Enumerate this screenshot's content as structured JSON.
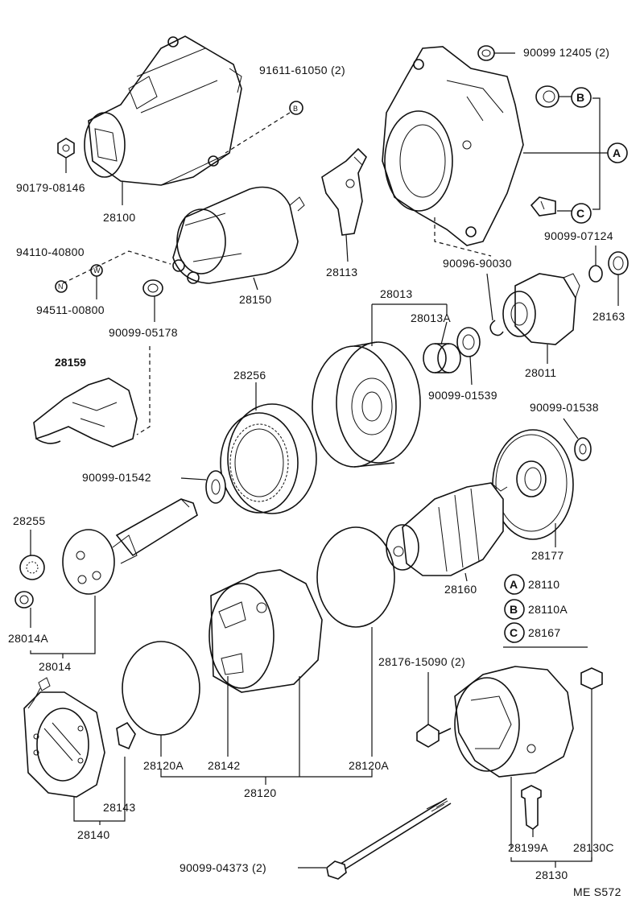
{
  "labels": {
    "p91611": "91611-61050 (2)",
    "p90099_12405": "90099  12405 (2)",
    "p90179": "90179-08146",
    "p28100": "28100",
    "p94110": "94110-40800",
    "p94511": "94511-00800",
    "p90099_05178": "90099-05178",
    "p28150": "28150",
    "p28113": "28113",
    "p28159": "28159",
    "p90096": "90096-90030",
    "p90099_07124": "90099-07124",
    "p28013": "28013",
    "p28013A": "28013A",
    "p28163": "28163",
    "p28011": "28011",
    "p90099_01539": "90099-01539",
    "p28256": "28256",
    "p90099_01538": "90099-01538",
    "p90099_01542": "90099-01542",
    "p28255": "28255",
    "p28177": "28177",
    "p28160": "28160",
    "p28014A": "28014A",
    "p28014": "28014",
    "p28176": "28176-15090 (2)",
    "p28120A_left": "28120A",
    "p28142": "28142",
    "p28120A_right": "28120A",
    "p28120": "28120",
    "p28143": "28143",
    "p28140": "28140",
    "p28199A": "28199A",
    "p28130C": "28130C",
    "p28130": "28130",
    "p90099_04373": "90099-04373 (2)",
    "ref_code": "ME  S572"
  },
  "legend": [
    {
      "mark": "A",
      "part": "28110"
    },
    {
      "mark": "B",
      "part": "28110A"
    },
    {
      "mark": "C",
      "part": "28167"
    }
  ],
  "callouts": {
    "A": "A",
    "B": "B",
    "C": "C",
    "bolt_B": "B",
    "nut_N": "N",
    "washer_W": "W"
  }
}
